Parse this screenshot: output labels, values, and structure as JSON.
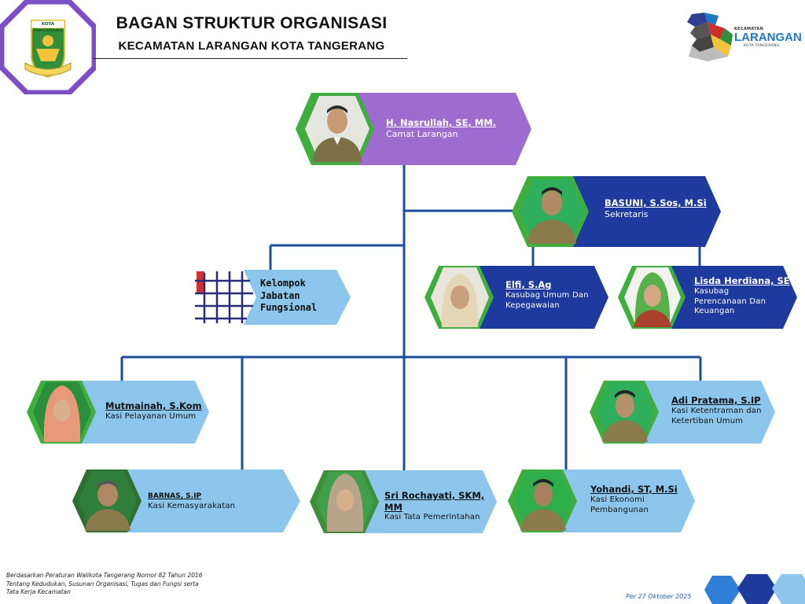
{
  "header": {
    "title": "BAGAN STRUKTUR ORGANISASI",
    "subtitle": "KECAMATAN LARANGAN KOTA TANGERANG",
    "left_logo": {
      "icon": "kota-tangerang-crest-icon",
      "banner_text": "KOTA TANGERANG"
    },
    "right_logo": {
      "icon": "larangan-map-logo-icon",
      "small_text": "KECAMATAN",
      "big_text": "LARANGAN",
      "city_text": "KOTA TANGERANG"
    }
  },
  "org": {
    "camat": {
      "name": "H. Nasrullah, SE, MM.",
      "role": "Camat Larangan",
      "color": "#9e6bcf"
    },
    "sekretaris": {
      "name": "BASUNI, S.Sos, M.Si",
      "role": "Sekretaris",
      "color": "#1f3a9e"
    },
    "fungsional": {
      "line1": "Kelompok",
      "line2": "Jabatan",
      "line3": "Fungsional",
      "color": "#8cc6ec"
    },
    "kasubag_umum": {
      "name": "Elfi, S.Ag",
      "role_line1": "Kasubag Umum Dan",
      "role_line2": "Kepegawaian",
      "color": "#1f3a9e"
    },
    "kasubag_perencanaan": {
      "name": "Lisda Herdiana, SE",
      "role_line1": "Kasubag",
      "role_line2": "Perencanaan Dan",
      "role_line3": "Keuangan",
      "color": "#1f3a9e"
    },
    "kasi_pelayanan": {
      "name": "Mutmainah, S.Kom",
      "role": "Kasi Pelayanan Umum",
      "color": "#8cc6ec"
    },
    "kasi_ketentraman": {
      "name": "Adi Pratama, S.IP",
      "role_line1": "Kasi Ketentraman dan",
      "role_line2": "Ketertiban Umum",
      "color": "#8cc6ec"
    },
    "kasi_kemasyarakatan": {
      "name": "BARNAS, S.IP",
      "role": "Kasi Kemasyarakatan",
      "color": "#8cc6ec"
    },
    "kasi_tapem": {
      "name": "Sri Rochayati, SKM, MM",
      "role": "Kasi Tata Pemerintahan",
      "color": "#8cc6ec"
    },
    "kasi_ekbang": {
      "name": "Yohandi, ST, M.Si",
      "role_line1": "Kasi Ekonomi",
      "role_line2": "Pembangunan",
      "color": "#8cc6ec"
    },
    "hex_green": "#3fae3f",
    "line_color": "#1a4e9a"
  },
  "footer": {
    "note_line1": "Berdasarkan Peraturan Walikota Tangerang Nomor 82 Tahun 2016",
    "note_line2": "Tentang Kedudukan, Susunan Organisasi, Tugas dan Fungsi serta",
    "note_line3": "Tata Kerja Kecamatan",
    "date": "Per 27 Oktober 2025"
  }
}
